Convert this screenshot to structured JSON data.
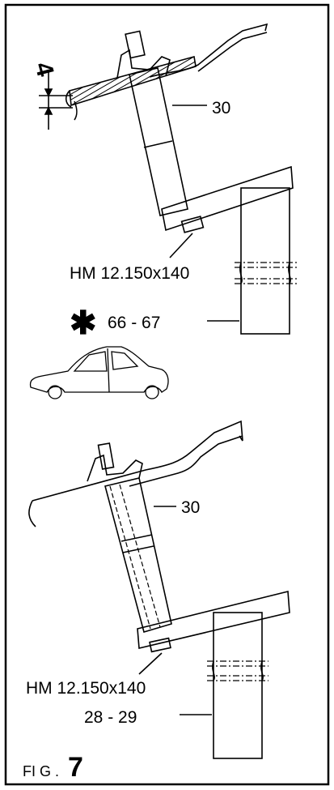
{
  "diagram": {
    "upper": {
      "part_label": "30",
      "dimension_label": "4",
      "bolt_label": "HM 12.150x140",
      "star_symbol": "✱",
      "value_label": "66 - 67"
    },
    "lower": {
      "part_label": "30",
      "bolt_label": "HM 12.150x140",
      "value_label": "28 - 29"
    }
  },
  "caption": {
    "prefix": "FI G .",
    "number": "7"
  },
  "colors": {
    "line": "#000000",
    "background": "#ffffff"
  }
}
